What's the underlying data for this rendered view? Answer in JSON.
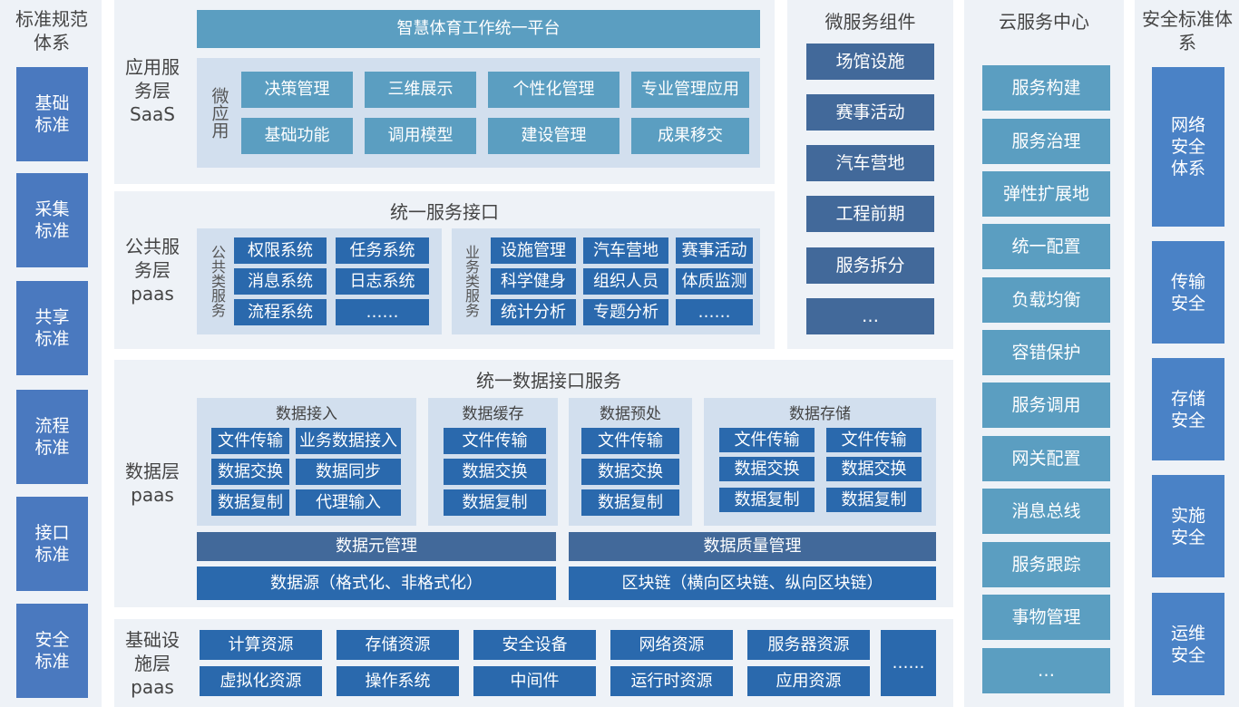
{
  "standards": {
    "title": "标准规范体系",
    "items": [
      "基础标准",
      "采集标准",
      "共享标准",
      "流程标准",
      "接口标准",
      "安全标准"
    ]
  },
  "saas": {
    "label": "应用服务层SaaS",
    "platform": "智慧体育工作统一平台",
    "micro_label": "微应用",
    "apps": [
      "决策管理",
      "三维展示",
      "个性化管理",
      "专业管理应用",
      "基础功能",
      "调用模型",
      "建设管理",
      "成果移交"
    ]
  },
  "public_services": {
    "label": "公共服务层paas",
    "title": "统一服务接口",
    "public_group_label": "公共类服务",
    "public_items": [
      "权限系统",
      "任务系统",
      "消息系统",
      "日志系统",
      "流程系统",
      "……"
    ],
    "business_group_label": "业务类服务",
    "business_items": [
      "设施管理",
      "汽车营地",
      "赛事活动",
      "科学健身",
      "组织人员",
      "体质监测",
      "统计分析",
      "专题分析",
      "……"
    ]
  },
  "data_layer": {
    "label": "数据层paas",
    "title": "统一数据接口服务",
    "groups": [
      {
        "title": "数据接入",
        "items": [
          "文件传输",
          "业务数据接入",
          "数据交换",
          "数据同步",
          "数据复制",
          "代理输入"
        ]
      },
      {
        "title": "数据缓存",
        "items": [
          "文件传输",
          "数据交换",
          "数据复制"
        ]
      },
      {
        "title": "数据预处",
        "items": [
          "文件传输",
          "数据交换",
          "数据复制"
        ]
      },
      {
        "title": "数据存储",
        "items": [
          "文件传输",
          "文件传输",
          "数据交换",
          "数据交换",
          "数据复制",
          "数据复制"
        ]
      }
    ],
    "meta_mgmt": "数据元管理",
    "quality_mgmt": "数据质量管理",
    "source": "数据源（格式化、非格式化）",
    "blockchain": "区块链（横向区块链、纵向区块链）"
  },
  "infra": {
    "label": "基础设施层paas",
    "row1": [
      "计算资源",
      "存储资源",
      "安全设备",
      "网络资源",
      "服务器资源"
    ],
    "row2": [
      "虚拟化资源",
      "操作系统",
      "中间件",
      "运行时资源",
      "应用资源"
    ],
    "more": "……"
  },
  "microservices": {
    "title": "微服务组件",
    "items": [
      "场馆设施",
      "赛事活动",
      "汽车营地",
      "工程前期",
      "服务拆分",
      "…"
    ]
  },
  "cloud": {
    "title": "云服务中心",
    "items": [
      "服务构建",
      "服务治理",
      "弹性扩展地",
      "统一配置",
      "负载均衡",
      "容错保护",
      "服务调用",
      "网关配置",
      "消息总线",
      "服务跟踪",
      "事物管理",
      "…"
    ]
  },
  "security": {
    "title": "安全标准体系",
    "items": [
      "网络安全体系",
      "传输安全",
      "存储安全",
      "实施安全",
      "运维安全"
    ]
  }
}
